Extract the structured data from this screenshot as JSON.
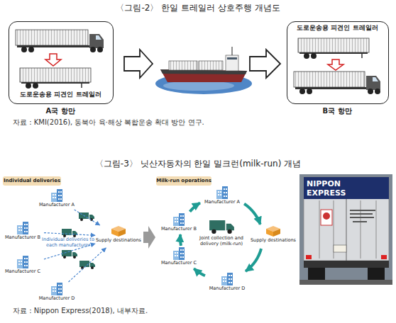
{
  "diagram": {
    "title": "〈그림-2〉 한일 트레일러 상호주행 개념도",
    "nodes": [
      {
        "text": [
          "도로운송용 피견인 트레일러",
          "A국 항만"
        ]
      },
      {
        "text": [
          "도로운송용 피견인 트레일러",
          "B국 항만"
        ]
      },
      {
        "text": [
          "Individual deliveries"
        ]
      },
      {
        "text": [
          "Manufacturer A"
        ]
      },
      {
        "text": [
          "Manufacturer B"
        ]
      },
      {
        "text": [
          "Manufacturer C"
        ]
      },
      {
        "text": [
          "Manufacturer D"
        ]
      },
      {
        "text": [
          "Supply destinations"
        ]
      },
      {
        "text": [
          "Milk-run operations"
        ]
      },
      {
        "text": [
          "Manufacturer A"
        ]
      },
      {
        "text": [
          "Manufacturer B"
        ]
      },
      {
        "text": [
          "Manufacturer C"
        ]
      },
      {
        "text": [
          "Manufacturer D"
        ]
      },
      {
        "text": [
          "Supply destinations"
        ]
      }
    ],
    "edges": [
      {
        "from": 3,
        "to": 7,
        "arrow": "to"
      },
      {
        "from": 4,
        "to": 7,
        "arrow": "to"
      },
      {
        "from": 5,
        "to": 7,
        "arrow": "to"
      },
      {
        "from": 6,
        "to": 7,
        "arrow": "to"
      },
      {
        "from": 9,
        "to": 13,
        "arrow": "to"
      },
      {
        "from": 13,
        "to": 12,
        "arrow": "to"
      },
      {
        "from": 12,
        "to": 11,
        "arrow": "to"
      },
      {
        "from": 11,
        "to": 10,
        "arrow": "to"
      },
      {
        "from": 10,
        "to": 9,
        "arrow": "to"
      }
    ],
    "labels": [
      "자료 : KMI(2016), 동북아 육·해상 복합운송 확대 방안 연구.",
      "〈그림-3〉 닛산자동차의 한일 밀크런(milk-run) 개념",
      "Individual deliveries to each manufacturer",
      "Joint collection and delivery (milk-run)",
      "NIPPON EXPRESS",
      "자료 : Nippon Express(2018), 내부자료."
    ]
  }
}
